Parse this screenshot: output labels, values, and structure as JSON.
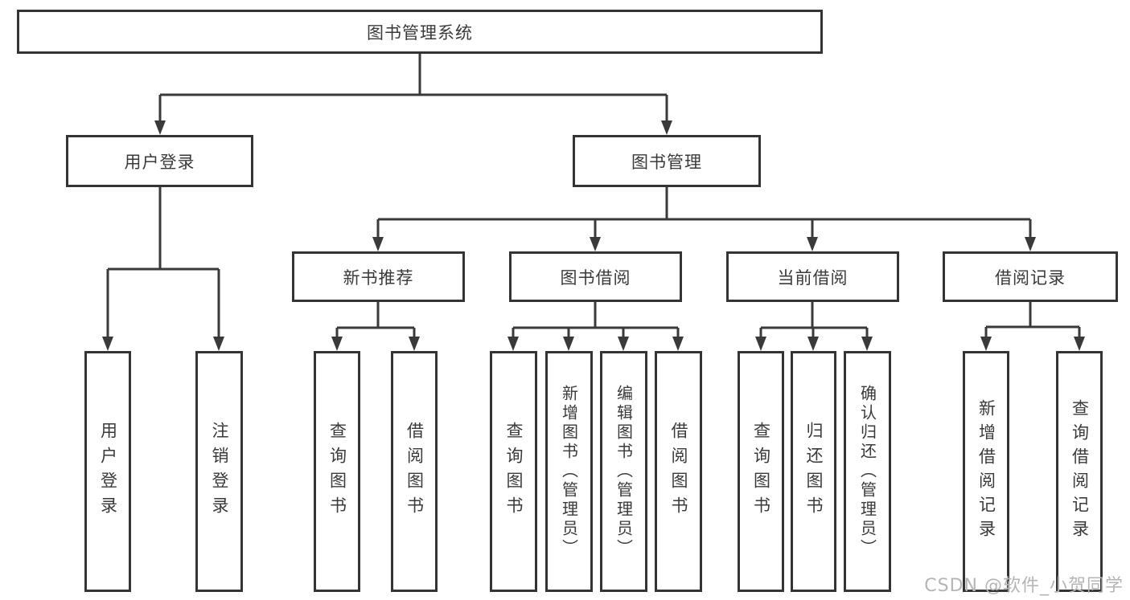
{
  "diagram": {
    "root": {
      "label": "图书管理系统"
    },
    "level2": [
      {
        "label": "用户登录"
      },
      {
        "label": "图书管理"
      }
    ],
    "level3": [
      {
        "label": "新书推荐",
        "parent": "图书管理"
      },
      {
        "label": "图书借阅",
        "parent": "图书管理"
      },
      {
        "label": "当前借阅",
        "parent": "图书管理"
      },
      {
        "label": "借阅记录",
        "parent": "图书管理"
      }
    ],
    "leaves": [
      {
        "label": "用户登录",
        "parent": "用户登录"
      },
      {
        "label": "注销登录",
        "parent": "用户登录"
      },
      {
        "label": "查询图书",
        "parent": "新书推荐"
      },
      {
        "label": "借阅图书",
        "parent": "新书推荐"
      },
      {
        "label": "查询图书",
        "parent": "图书借阅"
      },
      {
        "label": "新增图书（管理员）",
        "parent": "图书借阅"
      },
      {
        "label": "编辑图书（管理员）",
        "parent": "图书借阅"
      },
      {
        "label": "借阅图书",
        "parent": "图书借阅"
      },
      {
        "label": "查询图书",
        "parent": "当前借阅"
      },
      {
        "label": "归还图书",
        "parent": "当前借阅"
      },
      {
        "label": "确认归还（管理员）",
        "parent": "当前借阅"
      },
      {
        "label": "新增借阅记录",
        "parent": "借阅记录"
      },
      {
        "label": "查询借阅记录",
        "parent": "借阅记录"
      }
    ]
  },
  "watermark": {
    "text": "CSDN @软件_小贺同学"
  },
  "colors": {
    "line": "#3a3a3a",
    "box_border": "#343434",
    "text": "#3a3a3a",
    "watermark": "#b5b5b5",
    "background": "#ffffff"
  }
}
